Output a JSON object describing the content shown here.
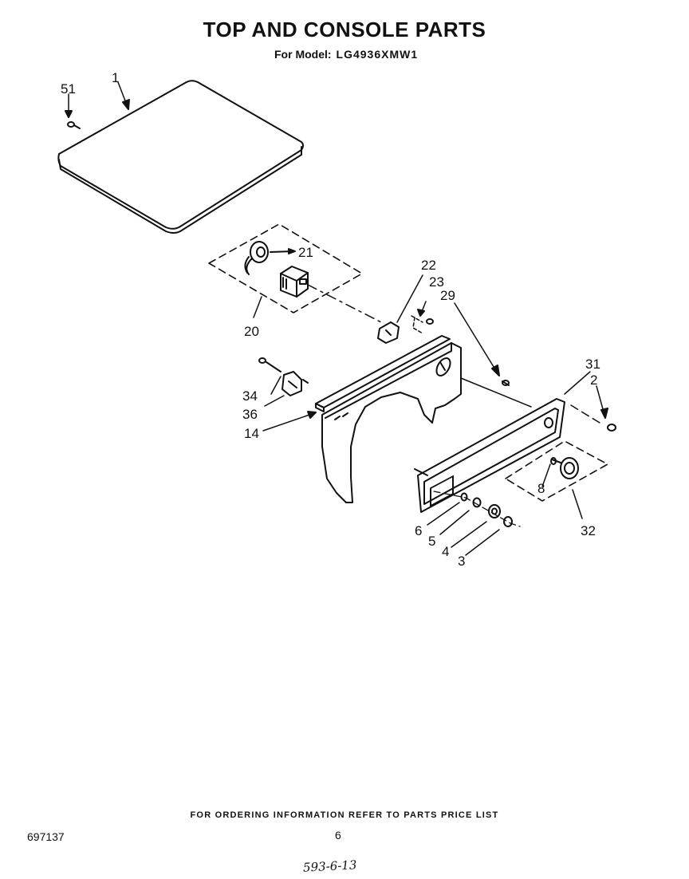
{
  "header": {
    "title": "TOP AND CONSOLE PARTS",
    "model_label": "For Model:",
    "model_number": "LG4936XMW1"
  },
  "parts": {
    "p51": "51",
    "p1": "1",
    "p21": "21",
    "p20": "20",
    "p22": "22",
    "p23": "23",
    "p29": "29",
    "p34": "34",
    "p36": "36",
    "p14": "14",
    "p31": "31",
    "p2": "2",
    "p8": "8",
    "p32": "32",
    "p6": "6",
    "p5": "5",
    "p4": "4",
    "p3": "3"
  },
  "footer": {
    "note": "FOR ORDERING INFORMATION REFER TO PARTS PRICE LIST",
    "doc_number": "697137",
    "page_number": "6",
    "handwritten": "593-6-13"
  }
}
